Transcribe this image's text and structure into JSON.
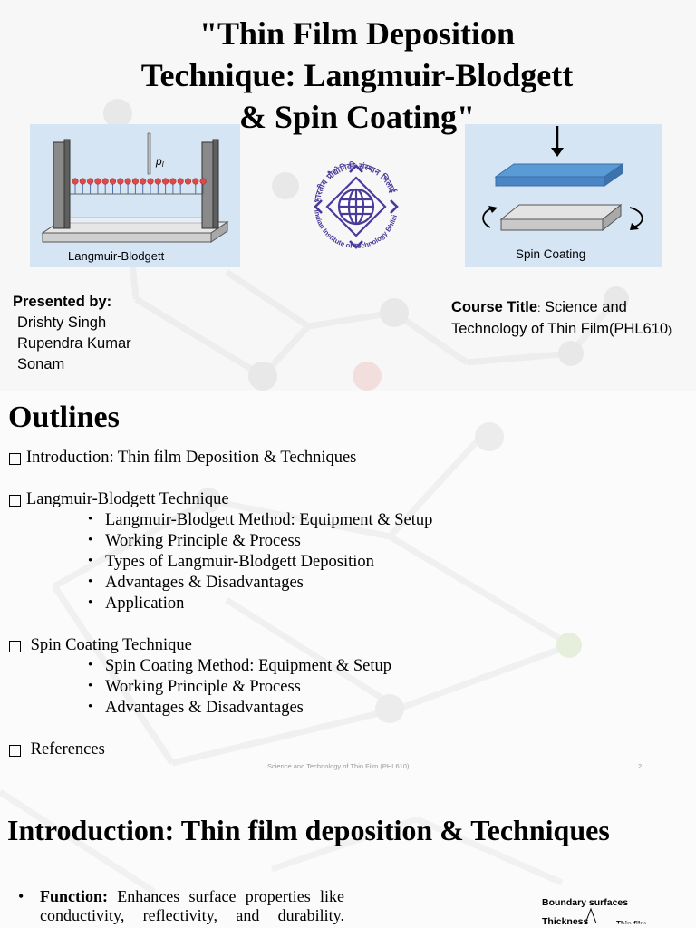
{
  "slide1": {
    "title_lines": [
      "\"Thin Film Deposition",
      "Technique: Langmuir-Blodgett",
      "& Spin Coating\""
    ],
    "lb_figure": {
      "label": "Langmuir-Blodgett",
      "pressure_label": "p",
      "pressure_sub": "l"
    },
    "spin_figure": {
      "label": "Spin Coating"
    },
    "logo": {
      "ring_text": "Indian Institute of Technology Bhilai"
    },
    "presented": {
      "heading": "Presented by:",
      "names": [
        "Drishty Singh",
        "Rupendra Kumar",
        "Sonam"
      ]
    },
    "course": {
      "label": "Course Title",
      "sep": ":",
      "value": " Science and Technology of Thin Film(PHL610",
      "close": ")"
    }
  },
  "slide2": {
    "heading": "Outlines",
    "items": [
      {
        "text": "Introduction: Thin film Deposition & Techniques",
        "subs": []
      },
      {
        "text": "Langmuir-Blodgett Technique",
        "subs": [
          "Langmuir-Blodgett Method: Equipment & Setup",
          "Working Principle & Process",
          "Types of Langmuir-Blodgett Deposition",
          "Advantages & Disadvantages",
          "Application"
        ]
      },
      {
        "text": " Spin Coating Technique",
        "subs": [
          "Spin Coating Method: Equipment & Setup",
          "Working Principle & Process",
          "Advantages & Disadvantages"
        ]
      },
      {
        "text": " References",
        "subs": []
      }
    ],
    "footer": "Science and Technology of Thin Film (PHL610)",
    "page_number": "2"
  },
  "slide3": {
    "heading": "Introduction: Thin film deposition & Techniques",
    "bullet": {
      "label": "Function:",
      "line1": " Enhances surface properties like conductivity, reflectivity, and durability."
    },
    "figure": {
      "line1": "Boundary surfaces",
      "line2": "Thickness",
      "line3": "Thin film"
    }
  },
  "colors": {
    "panel": "#d6e5f3",
    "logo": "#4a3a9a",
    "blue_plate": "#5b9bd5",
    "gray_plate": "#d9d9d9"
  }
}
